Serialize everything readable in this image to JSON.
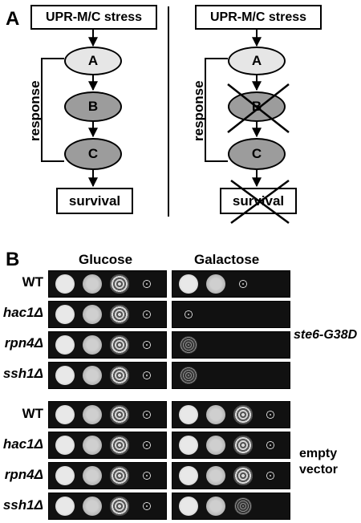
{
  "panel_a": {
    "letter": "A",
    "left": {
      "stress": "UPR-M/C stress",
      "nodes": [
        "A",
        "B",
        "C"
      ],
      "response": "response",
      "survival": "survival"
    },
    "right": {
      "stress": "UPR-M/C stress",
      "nodes": [
        "A",
        "B",
        "C"
      ],
      "response": "response",
      "survival": "survival"
    }
  },
  "panel_b": {
    "letter": "B",
    "media": [
      "Glucose",
      "Galactose"
    ],
    "group1": {
      "strains": [
        "WT",
        "hac1Δ",
        "rpn4Δ",
        "ssh1Δ"
      ],
      "label": "ste6-G38D"
    },
    "group2": {
      "strains": [
        "WT",
        "hac1Δ",
        "rpn4Δ",
        "ssh1Δ"
      ],
      "label_line1": "empty",
      "label_line2": "vector"
    }
  },
  "colors": {
    "node_light": "#e6e6e6",
    "node_dark": "#9c9c9c",
    "plate": "#111111"
  }
}
